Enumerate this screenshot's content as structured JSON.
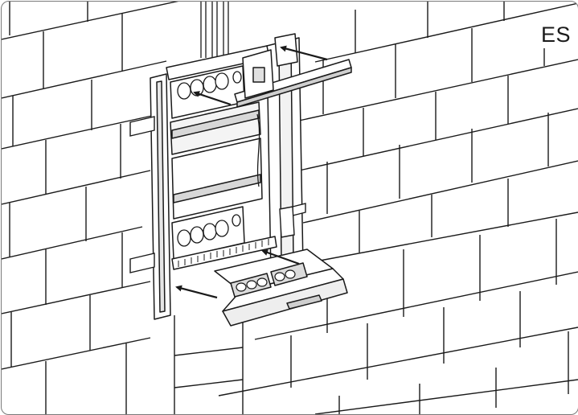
{
  "figure": {
    "language_code": "ES",
    "colors": {
      "line": "#1a1a1a",
      "grey": "#8c8c8c",
      "light": "#cfcfcf",
      "bg": "#ffffff",
      "frame": "#7a7a7a"
    },
    "callouts": [
      {
        "id": "arrow-top-right",
        "direction": "left"
      },
      {
        "id": "arrow-top-left",
        "direction": "left"
      },
      {
        "id": "arrow-bottom-right",
        "direction": "left"
      },
      {
        "id": "arrow-bottom-left",
        "direction": "left"
      }
    ]
  }
}
